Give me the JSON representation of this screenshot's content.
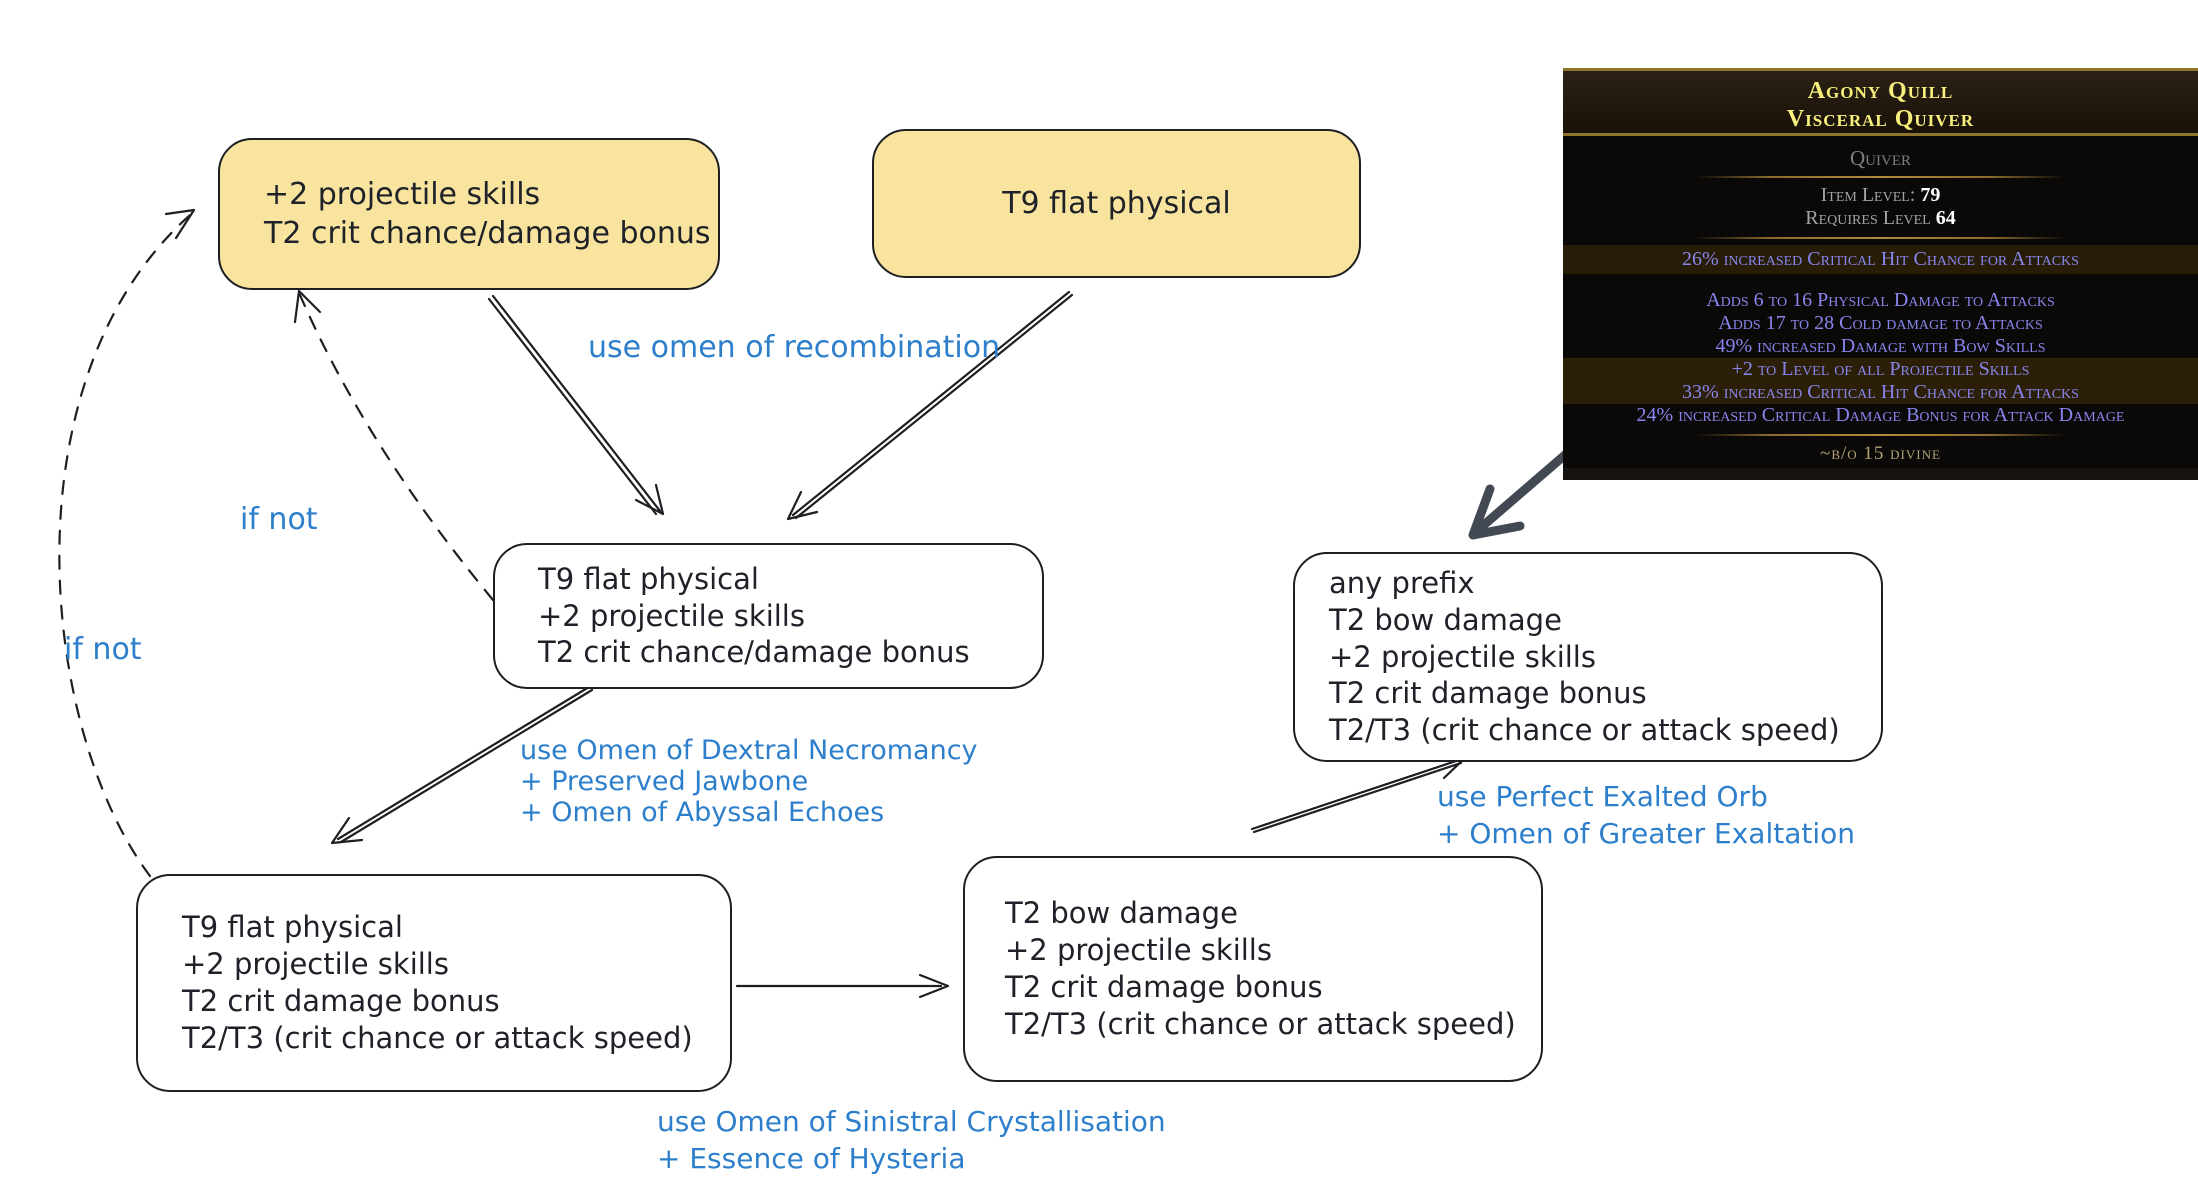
{
  "diagram": {
    "colors": {
      "annotation_blue": "#2d7fcb",
      "node_yellow": "#f8e49f",
      "ink": "#1d1f22",
      "thick_arrow": "#424953"
    },
    "nodes": {
      "seed_mods": {
        "lines": [
          "+2 projectile skills",
          "T2 crit chance/damage bonus"
        ]
      },
      "seed_phys": {
        "lines": [
          "T9 flat physical"
        ]
      },
      "recombined": {
        "lines": [
          "T9 flat physical",
          "+2 projectile skills",
          "T2 crit chance/damage bonus"
        ]
      },
      "target": {
        "lines": [
          "any prefix",
          "T2 bow damage",
          "+2 projectile skills",
          "T2 crit damage bonus",
          "T2/T3 (crit chance or attack speed)"
        ]
      },
      "necromancy_result": {
        "lines": [
          "T9 flat physical",
          "+2 projectile skills",
          "T2 crit damage bonus",
          "T2/T3 (crit chance or attack speed)"
        ]
      },
      "essence_result": {
        "lines": [
          "T2 bow damage",
          "+2 projectile skills",
          "T2 crit damage bonus",
          "T2/T3 (crit chance or attack speed)"
        ]
      }
    },
    "labels": {
      "recombination": {
        "text": "use omen of recombination"
      },
      "if_not_1": {
        "text": "if not"
      },
      "if_not_2": {
        "text": "if not"
      },
      "dextral": {
        "lines": [
          "use  Omen of Dextral Necromancy",
          "+ Preserved Jawbone",
          "+ Omen of Abyssal Echoes"
        ]
      },
      "exalt": {
        "lines": [
          "use Perfect Exalted Orb",
          "+ Omen of Greater Exaltation"
        ]
      },
      "sinistral": {
        "lines": [
          "use Omen of Sinistral Crystallisation",
          "+ Essence of Hysteria"
        ]
      }
    }
  },
  "tooltip": {
    "colors": {
      "name_yellow": "#f8ef7d",
      "mod_blue": "#8885ee",
      "price_tan": "#b2a277",
      "frame_gold": "#8f7430"
    },
    "name_line1": "Agony Quill",
    "name_line2": "Visceral Quiver",
    "item_class": "Quiver",
    "item_level_label": "Item Level:",
    "item_level_value": "79",
    "requires_label": "Requires Level",
    "requires_value": "64",
    "implicit": "26% increased Critical Hit Chance for Attacks",
    "mods": [
      {
        "text": "Adds 6 to 16 Physical Damage to Attacks",
        "highlight": false
      },
      {
        "text": "Adds 17 to 28 Cold damage to Attacks",
        "highlight": false
      },
      {
        "text": "49% increased Damage with Bow Skills",
        "highlight": false
      },
      {
        "text": "+2 to Level of all Projectile Skills",
        "highlight": true
      },
      {
        "text": "33% increased Critical Hit Chance for Attacks",
        "highlight": true
      },
      {
        "text": "24% increased Critical Damage Bonus for Attack Damage",
        "highlight": false
      }
    ],
    "price": "~b/o 15 divine"
  }
}
